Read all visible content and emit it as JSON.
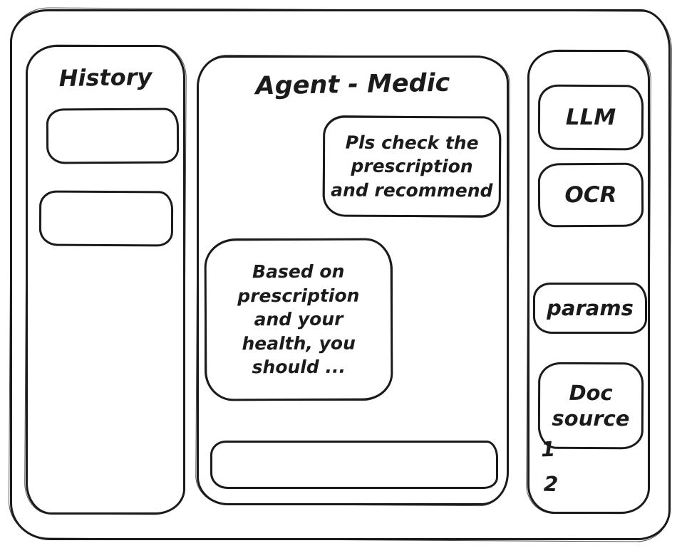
{
  "colors": {
    "stroke": "#1b1b1b",
    "background": "#ffffff"
  },
  "history_panel": {
    "title": "History",
    "items": [
      {
        "label": ""
      },
      {
        "label": ""
      }
    ]
  },
  "chat_panel": {
    "title": "Agent - Medic",
    "messages": [
      {
        "role": "user",
        "text": "Pls check the\nprescription\nand recommend"
      },
      {
        "role": "assistant",
        "text": "Based on\nprescription\nand your\nhealth, you\nshould ..."
      }
    ],
    "input": {
      "value": ""
    }
  },
  "tools_panel": {
    "llm_button": "LLM",
    "ocr_button": "OCR",
    "params_button": "params",
    "doc_source_button": "Doc source",
    "doc_source_items": [
      "1",
      "2"
    ]
  }
}
